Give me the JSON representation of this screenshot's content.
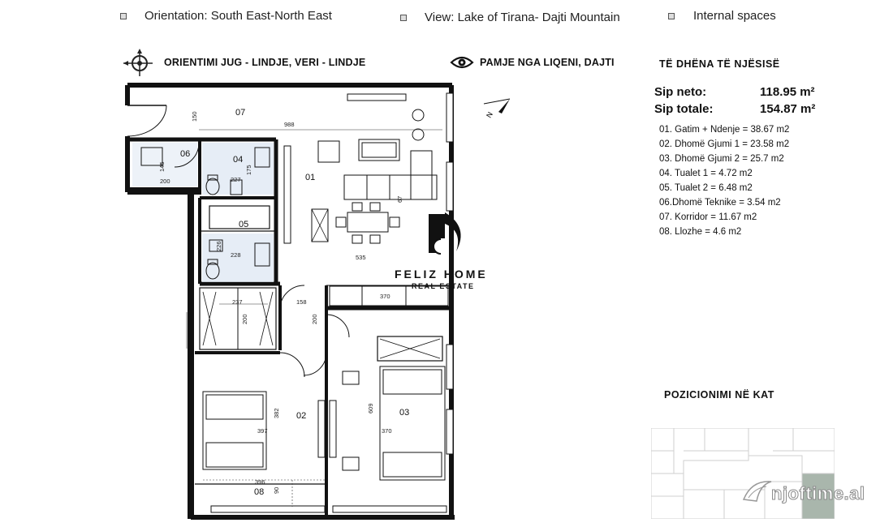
{
  "header": {
    "orientation": "Orientation: South East-North East",
    "view": "View: Lake of Tirana- Dajti Mountain",
    "internal": "Internal spaces"
  },
  "subheader": {
    "orientation_al": "ORIENTIMI  JUG - LINDJE, VERI - LINDJE",
    "view_al": "PAMJE NGA LIQENI, DAJTI"
  },
  "data_panel": {
    "title": "TË  DHËNA TË  NJËSISË",
    "net_label": "Sip neto:",
    "net_value": "118.95 m²",
    "total_label": "Sip totale:",
    "total_value": "154.87 m²",
    "rooms": [
      "01. Gatim + Ndenje =  38.67 m2",
      "02. Dhomë Gjumi 1  = 23.58 m2",
      "03. Dhomë Gjumi 2  = 25.7 m2",
      "04. Tualet 1  = 4.72 m2",
      "05. Tualet 2  = 6.48 m2",
      "06.Dhomë Teknike = 3.54 m2",
      "07. Korridor = 11.67 m2",
      "08. Llozhe = 4.6 m2"
    ]
  },
  "position": {
    "title": "POZICIONIMI NË KAT"
  },
  "watermark": {
    "brand": "FELIZ HOME",
    "sub": "REAL ESTATE",
    "site": "njoftime.al"
  },
  "plan": {
    "rooms": {
      "r01": "01",
      "r02": "02",
      "r03": "03",
      "r04": "04",
      "r05": "05",
      "r06": "06",
      "r07": "07",
      "r08": "08"
    },
    "dims": {
      "d150a": "150",
      "d988": "988",
      "d145": "145",
      "d200a": "200",
      "d227": "227",
      "d175": "175",
      "d67": "67",
      "d228": "228",
      "d226": "226",
      "d535": "535",
      "d237": "237",
      "d158": "158",
      "d370a": "370",
      "d200b": "200",
      "d200c": "200",
      "d382": "382",
      "d397": "397",
      "d609": "609",
      "d370b": "370",
      "d396": "396",
      "d90": "90"
    },
    "north": "N"
  }
}
